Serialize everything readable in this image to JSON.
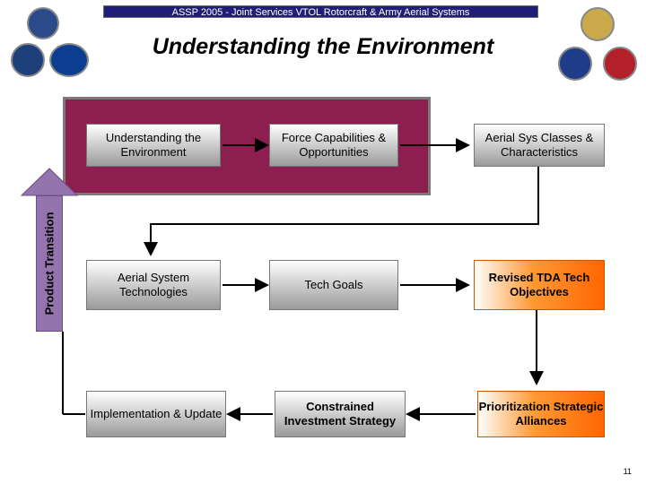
{
  "header": {
    "banner": "ASSP 2005 - Joint Services VTOL Rotorcraft & Army Aerial Systems"
  },
  "title": "Understanding the Environment",
  "logos": {
    "left": [
      {
        "name": "dod-seal-icon",
        "color": "#2a4a8a"
      },
      {
        "name": "navy-seal-icon",
        "color": "#1d3f7a"
      },
      {
        "name": "nasa-logo-icon",
        "color": "#0b3d91"
      }
    ],
    "right": [
      {
        "name": "army-seal-icon",
        "color": "#caa94a"
      },
      {
        "name": "air-force-seal-icon",
        "color": "#1f3c88"
      },
      {
        "name": "marine-corps-seal-icon",
        "color": "#b3202a"
      }
    ]
  },
  "side": {
    "label": "Product Transition"
  },
  "boxes": {
    "r1c1": "Understanding the Environment",
    "r1c2": "Force Capabilities & Opportunities",
    "r1c3": "Aerial Sys Classes & Characteristics",
    "r2c1": "Aerial System Technologies",
    "r2c2": "Tech Goals",
    "r2c3": "Revised TDA Tech Objectives",
    "r3c1": "Implementation & Update",
    "r3c2": "Constrained Investment Strategy",
    "r3c3": "Prioritization Strategic Alliances"
  },
  "page_number": "11",
  "colors": {
    "highlight": "#8c1f4f",
    "orange": "#ff6600",
    "side_bar": "#9474ad",
    "banner": "#1f1f78"
  }
}
